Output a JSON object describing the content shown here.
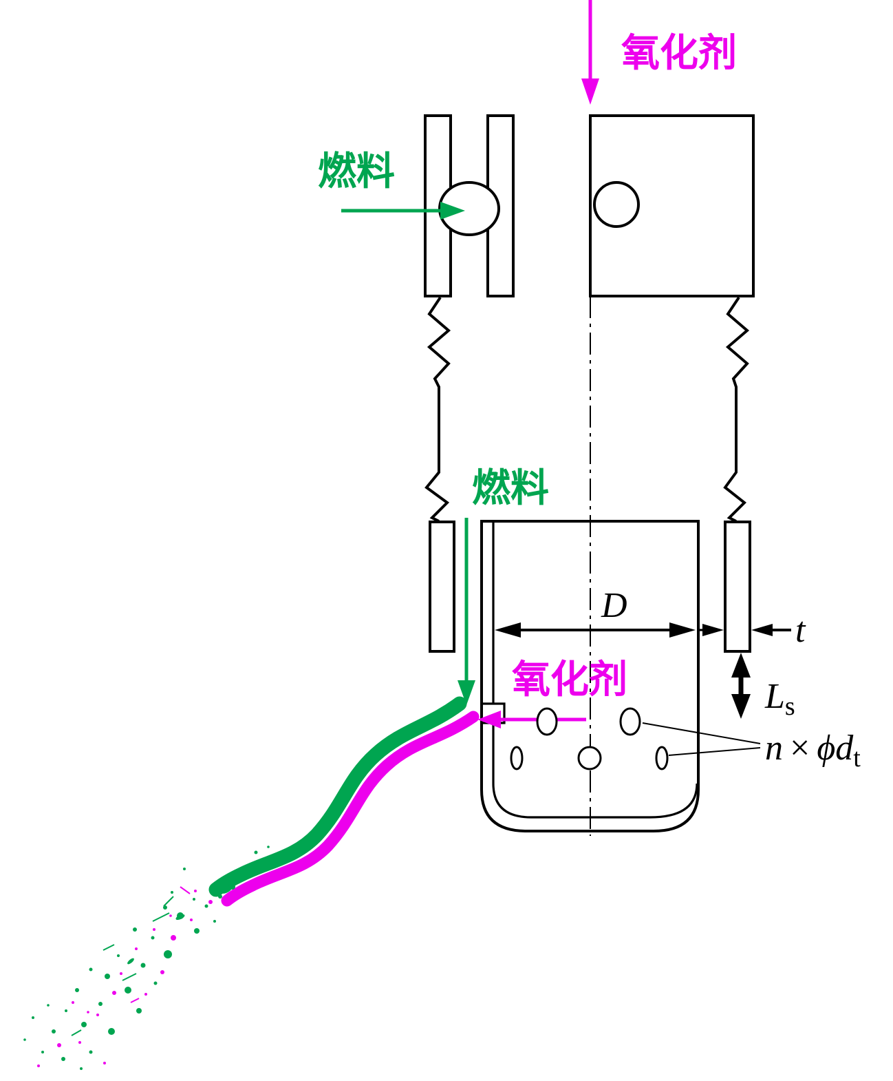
{
  "colors": {
    "oxidizer": "#ED00ED",
    "fuel": "#00A550",
    "line": "#000000"
  },
  "labels": {
    "oxidizer_inlet": "氧化剂",
    "fuel_inlet": "燃料",
    "fuel_film": "燃料",
    "oxidizer_port": "氧化剂",
    "dim_D": "D",
    "dim_t": "t",
    "dim_L": "L",
    "dim_L_sub": "s",
    "holes_n": "n",
    "holes_times": "×",
    "holes_phid": "ϕd",
    "holes_sub": "t"
  }
}
